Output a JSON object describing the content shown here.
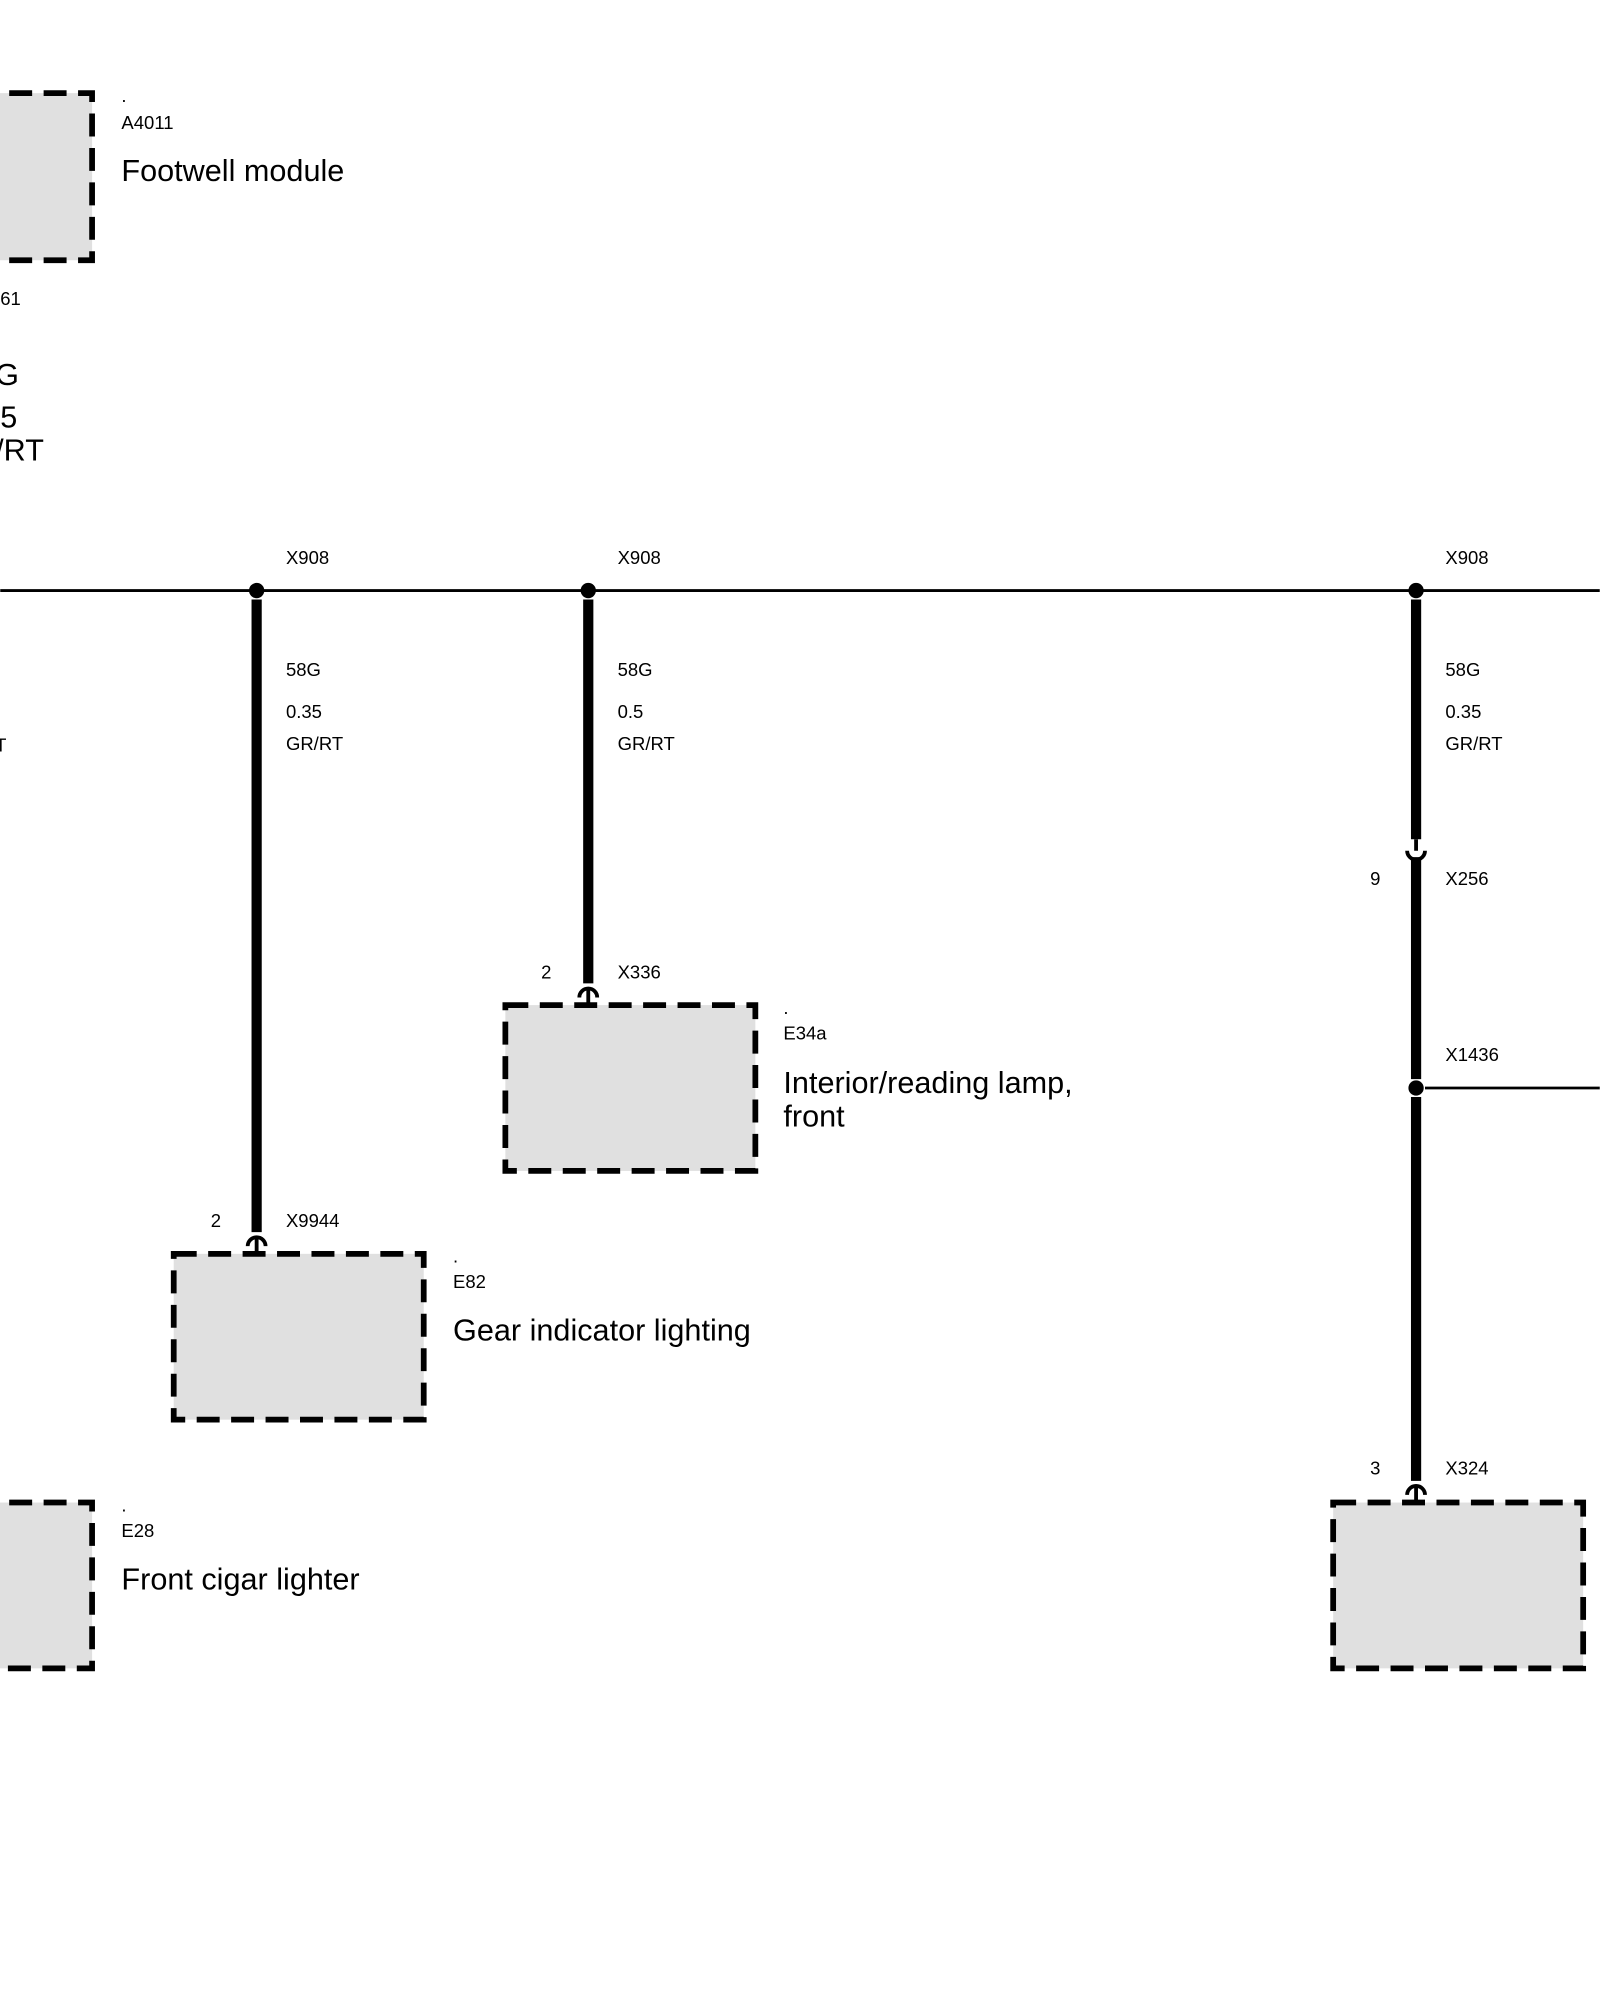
{
  "components": {
    "a4011": {
      "id": "A4011",
      "dot": ".",
      "name": "Footwell module"
    },
    "e34a": {
      "id": "E34a",
      "dot": ".",
      "name_line1": "Interior/reading lamp,",
      "name_line2": "front"
    },
    "e82": {
      "id": "E82",
      "dot": ".",
      "name": "Gear indicator lighting"
    },
    "e28": {
      "id": "E28",
      "dot": ".",
      "name": "Front cigar lighter"
    }
  },
  "left_fragments": {
    "connector": "61",
    "wire_code": "G",
    "wire_size": "5",
    "wire_color": "/RT",
    "mid_color": "T"
  },
  "splices": [
    {
      "label": "X908",
      "wire_code": "58G",
      "wire_size": "0.35",
      "wire_color": "GR/RT",
      "end_pin": "2",
      "end_connector": "X9944"
    },
    {
      "label": "X908",
      "wire_code": "58G",
      "wire_size": "0.5",
      "wire_color": "GR/RT",
      "end_pin": "2",
      "end_connector": "X336"
    },
    {
      "label": "X908",
      "wire_code": "58G",
      "wire_size": "0.35",
      "wire_color": "GR/RT",
      "inline_pin": "9",
      "inline_connector": "X256",
      "splice2": "X1436",
      "end_pin": "3",
      "end_connector": "X324"
    }
  ]
}
